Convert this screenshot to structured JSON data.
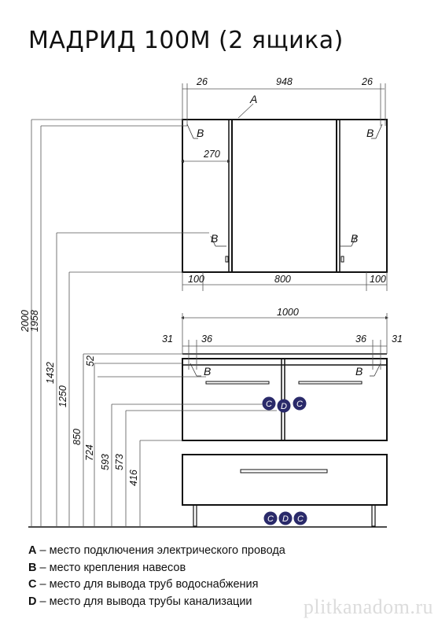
{
  "title": "МАДРИД 100М (2 ящика)",
  "dims": {
    "mirror_top_left": "26",
    "mirror_top_center": "948",
    "mirror_top_right": "26",
    "mirror_inner": "270",
    "mirror_bottom_left": "100",
    "mirror_bottom_center": "800",
    "mirror_bottom_right": "100",
    "cabinet_width": "1000",
    "cabinet_left_a": "31",
    "cabinet_left_b": "36",
    "cabinet_right_b": "36",
    "cabinet_right_a": "31",
    "h_2000": "2000",
    "h_1958": "1958",
    "h_1432": "1432",
    "h_1250": "1250",
    "h_850": "850",
    "h_724": "724",
    "h_593": "593",
    "h_573": "573",
    "h_416": "416",
    "h_52": "52"
  },
  "markers": {
    "a": "A",
    "b": "B",
    "c": "C",
    "d": "D"
  },
  "legend": [
    {
      "key": "A",
      "text": " – место подключения электрического провода"
    },
    {
      "key": "B",
      "text": " – место крепления навесов"
    },
    {
      "key": "C",
      "text": " – место для вывода труб водоснабжения"
    },
    {
      "key": "D",
      "text": " – место для вывода трубы канализации"
    }
  ],
  "watermark": "plitkanadom.ru",
  "colors": {
    "line": "#111111",
    "dim_line": "#555555",
    "circle": "#2a2a6a",
    "watermark": "#dcdcdc"
  }
}
